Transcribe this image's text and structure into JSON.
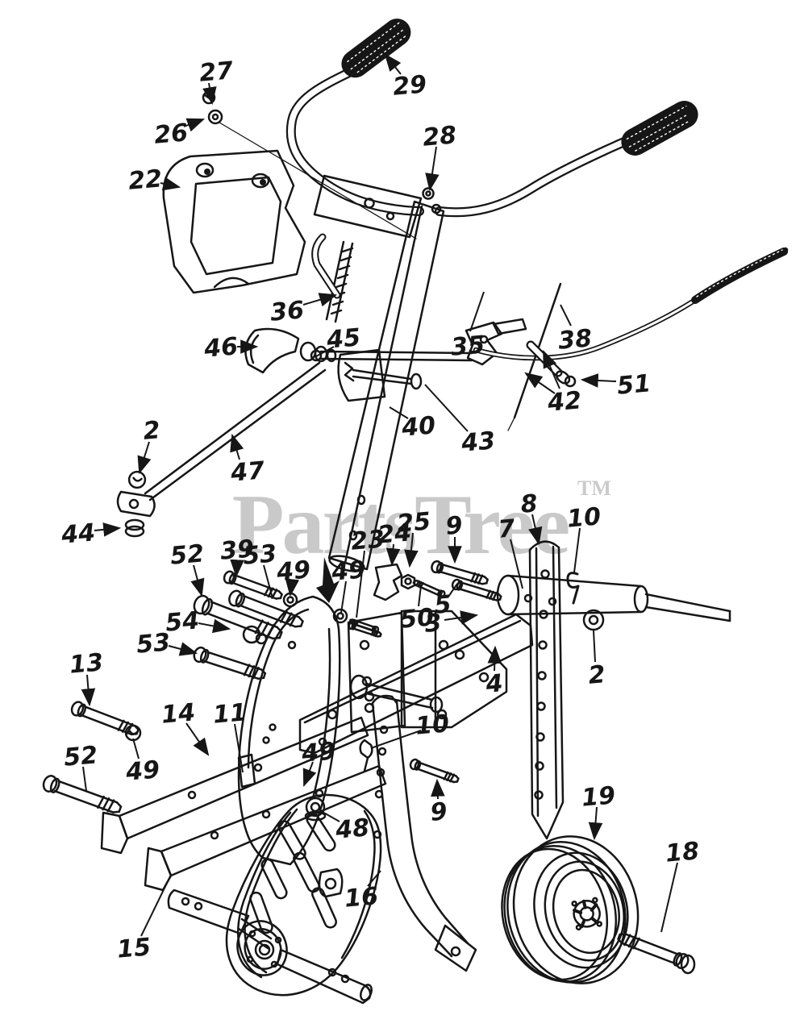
{
  "watermark": {
    "text": "PartsTree",
    "tm_text": "TM",
    "color": "#c9c9c9"
  },
  "diagram": {
    "ink_color": "#161616",
    "background_color": "#ffffff"
  },
  "callouts": [
    {
      "n": "27",
      "label": [
        268,
        88
      ],
      "lines": [
        [
          259,
          103,
          263,
          128,
          1
        ]
      ]
    },
    {
      "n": "26",
      "label": [
        212,
        165
      ],
      "lines": [
        [
          228,
          157,
          252,
          148,
          1
        ]
      ]
    },
    {
      "n": "22",
      "label": [
        180,
        222
      ],
      "lines": [
        [
          199,
          227,
          222,
          232,
          1
        ]
      ]
    },
    {
      "n": "29",
      "label": [
        508,
        105
      ],
      "lines": [
        [
          497,
          92,
          478,
          68,
          1
        ]
      ]
    },
    {
      "n": "28",
      "label": [
        545,
        168
      ],
      "lines": [
        [
          541,
          182,
          533,
          235,
          1
        ]
      ]
    },
    {
      "n": "36",
      "label": [
        356,
        385
      ],
      "lines": [
        [
          376,
          378,
          416,
          366,
          1
        ]
      ]
    },
    {
      "n": "46",
      "label": [
        274,
        430
      ],
      "lines": [
        [
          294,
          430,
          318,
          430,
          1
        ]
      ]
    },
    {
      "n": "45",
      "label": [
        426,
        419
      ],
      "lines": [
        [
          414,
          430,
          392,
          442,
          0
        ]
      ]
    },
    {
      "n": "35",
      "label": [
        580,
        428
      ],
      "lines": [
        [
          583,
          411,
          600,
          362,
          0
        ]
      ]
    },
    {
      "n": "38",
      "label": [
        713,
        420
      ],
      "lines": [
        [
          708,
          404,
          695,
          378,
          0
        ]
      ]
    },
    {
      "n": "51",
      "label": [
        786,
        476
      ],
      "lines": [
        [
          764,
          473,
          722,
          471,
          1
        ]
      ]
    },
    {
      "n": "42",
      "label": [
        700,
        497
      ],
      "lines": [
        [
          694,
          482,
          674,
          436,
          1
        ],
        [
          688,
          488,
          652,
          463,
          1
        ]
      ]
    },
    {
      "n": "2",
      "label": [
        188,
        533
      ],
      "lines": [
        [
          185,
          548,
          173,
          586,
          1
        ]
      ]
    },
    {
      "n": "40",
      "label": [
        519,
        528
      ],
      "lines": [
        [
          506,
          519,
          483,
          505,
          0
        ]
      ]
    },
    {
      "n": "43",
      "label": [
        593,
        547
      ],
      "lines": [
        [
          580,
          535,
          527,
          477,
          0
        ]
      ]
    },
    {
      "n": "47",
      "label": [
        307,
        584
      ],
      "lines": [
        [
          297,
          570,
          288,
          540,
          1
        ]
      ]
    },
    {
      "n": "44",
      "label": [
        97,
        661
      ],
      "lines": [
        [
          117,
          658,
          148,
          655,
          1
        ]
      ]
    },
    {
      "n": "8",
      "label": [
        656,
        624
      ],
      "lines": [
        [
          660,
          638,
          668,
          674,
          1
        ]
      ]
    },
    {
      "n": "10",
      "label": [
        724,
        641
      ],
      "lines": [
        [
          719,
          655,
          712,
          710,
          0
        ]
      ]
    },
    {
      "n": "9",
      "label": [
        563,
        651
      ],
      "lines": [
        [
          564,
          666,
          564,
          697,
          1
        ]
      ]
    },
    {
      "n": "7",
      "label": [
        628,
        655
      ],
      "lines": [
        [
          633,
          669,
          648,
          730,
          0
        ]
      ]
    },
    {
      "n": "24",
      "label": [
        489,
        661
      ],
      "lines": [
        [
          488,
          675,
          486,
          700,
          1
        ]
      ]
    },
    {
      "n": "25",
      "label": [
        513,
        647
      ],
      "lines": [
        [
          512,
          661,
          508,
          702,
          1
        ]
      ]
    },
    {
      "n": "23",
      "label": [
        456,
        669
      ],
      "lines": [
        [
          452,
          683,
          442,
          766,
          0
        ]
      ]
    },
    {
      "n": "52",
      "label": [
        232,
        687
      ],
      "lines": [
        [
          240,
          701,
          250,
          738,
          1
        ]
      ]
    },
    {
      "n": "39",
      "label": [
        294,
        681
      ],
      "lines": [
        [
          294,
          695,
          293,
          714,
          1
        ]
      ]
    },
    {
      "n": "53",
      "label": [
        322,
        687
      ],
      "lines": [
        [
          327,
          701,
          338,
          742,
          0
        ]
      ]
    },
    {
      "n": "49",
      "label": [
        364,
        707
      ],
      "lines": [
        [
          362,
          721,
          360,
          738,
          1
        ]
      ]
    },
    {
      "n": "49",
      "label": [
        432,
        707
      ],
      "lines": [
        [
          429,
          721,
          423,
          760,
          0
        ]
      ]
    },
    {
      "n": "54",
      "label": [
        226,
        770
      ],
      "lines": [
        [
          246,
          773,
          284,
          780,
          1
        ]
      ]
    },
    {
      "n": "5",
      "label": [
        549,
        749
      ],
      "lines": [
        [
          556,
          740,
          567,
          724,
          0
        ]
      ]
    },
    {
      "n": "50",
      "label": [
        517,
        766
      ],
      "lines": [
        [
          519,
          752,
          522,
          726,
          0
        ]
      ]
    },
    {
      "n": "3",
      "label": [
        537,
        772
      ],
      "lines": [
        [
          551,
          769,
          591,
          763,
          1
        ]
      ]
    },
    {
      "n": "53",
      "label": [
        190,
        797
      ],
      "lines": [
        [
          209,
          801,
          243,
          810,
          1
        ]
      ]
    },
    {
      "n": "2",
      "label": [
        740,
        836
      ],
      "lines": [
        [
          738,
          821,
          736,
          782,
          0
        ]
      ]
    },
    {
      "n": "4",
      "label": [
        613,
        847
      ],
      "lines": [
        [
          613,
          832,
          614,
          803,
          1
        ]
      ]
    },
    {
      "n": "13",
      "label": [
        107,
        822
      ],
      "lines": [
        [
          108,
          837,
          111,
          874,
          1
        ]
      ]
    },
    {
      "n": "14",
      "label": [
        221,
        884
      ],
      "lines": [
        [
          231,
          897,
          258,
          936,
          1
        ]
      ]
    },
    {
      "n": "11",
      "label": [
        285,
        884
      ],
      "lines": [
        [
          291,
          898,
          301,
          958,
          0
        ]
      ]
    },
    {
      "n": "10",
      "label": [
        536,
        898
      ],
      "lines": [
        [
          522,
          906,
          460,
          928,
          0
        ]
      ]
    },
    {
      "n": "52",
      "label": [
        100,
        937
      ],
      "lines": [
        [
          103,
          951,
          107,
          981,
          0
        ]
      ]
    },
    {
      "n": "49",
      "label": [
        177,
        955
      ],
      "lines": [
        [
          172,
          941,
          165,
          916,
          0
        ]
      ]
    },
    {
      "n": "49",
      "label": [
        395,
        932
      ],
      "lines": [
        [
          388,
          945,
          377,
          974,
          1
        ]
      ]
    },
    {
      "n": "9",
      "label": [
        544,
        1006
      ],
      "lines": [
        [
          543,
          991,
          542,
          968,
          1
        ]
      ]
    },
    {
      "n": "48",
      "label": [
        437,
        1027
      ],
      "lines": [
        [
          421,
          1019,
          398,
          1006,
          0
        ]
      ]
    },
    {
      "n": "19",
      "label": [
        742,
        987
      ],
      "lines": [
        [
          740,
          1001,
          737,
          1040,
          1
        ]
      ]
    },
    {
      "n": "18",
      "label": [
        846,
        1056
      ],
      "lines": [
        [
          840,
          1070,
          820,
          1156,
          0
        ]
      ]
    },
    {
      "n": "16",
      "label": [
        448,
        1112
      ],
      "lines": [
        [
          456,
          1099,
          472,
          1080,
          0
        ]
      ]
    },
    {
      "n": "15",
      "label": [
        166,
        1175
      ],
      "lines": [
        [
          175,
          1161,
          212,
          1085,
          0
        ]
      ]
    }
  ]
}
